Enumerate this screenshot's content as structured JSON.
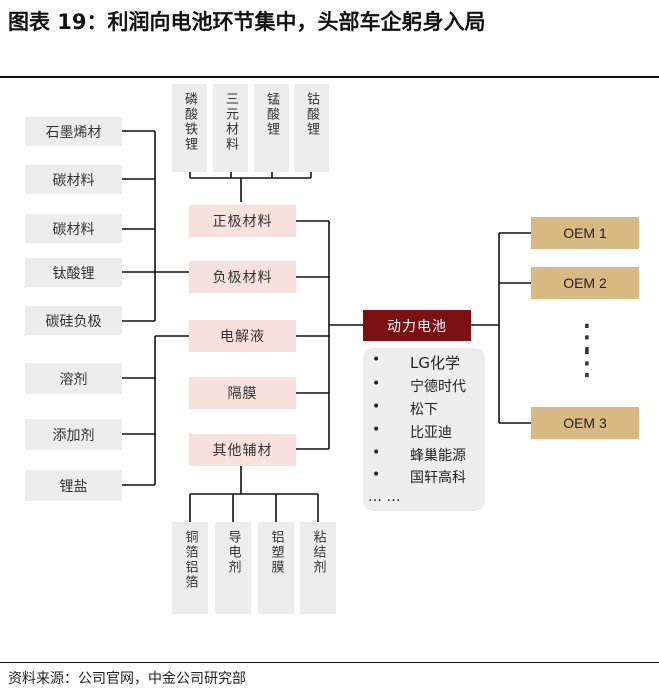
{
  "title": "图表 19：利润向电池环节集中，头部车企躬身入局",
  "top_materials": [
    "磷酸铁锂",
    "三元材料",
    "锰酸锂",
    "钴酸锂"
  ],
  "anode_materials": [
    "石墨烯材",
    "碳材料",
    "碳材料",
    "钛酸锂",
    "碳硅负极"
  ],
  "electrolyte_materials": [
    "溶剂",
    "添加剂",
    "锂盐"
  ],
  "components": [
    "正极材料",
    "负极材料",
    "电解液",
    "隔膜",
    "其他辅材"
  ],
  "bottom_materials": [
    "铜箔铝箔",
    "导电剂",
    "铝塑膜",
    "粘结剂"
  ],
  "battery_label": "动力电池",
  "bullet_char": "•",
  "makers": [
    "LG化学",
    "宁德时代",
    "松下",
    "比亚迪",
    "蜂巢能源",
    "国轩高科"
  ],
  "makers_more": "… …",
  "oems": [
    "OEM 1",
    "OEM 2",
    "OEM 3"
  ],
  "oem_ellipsis": "⋮",
  "source": "资料来源：公司官网，中金公司研究部"
}
